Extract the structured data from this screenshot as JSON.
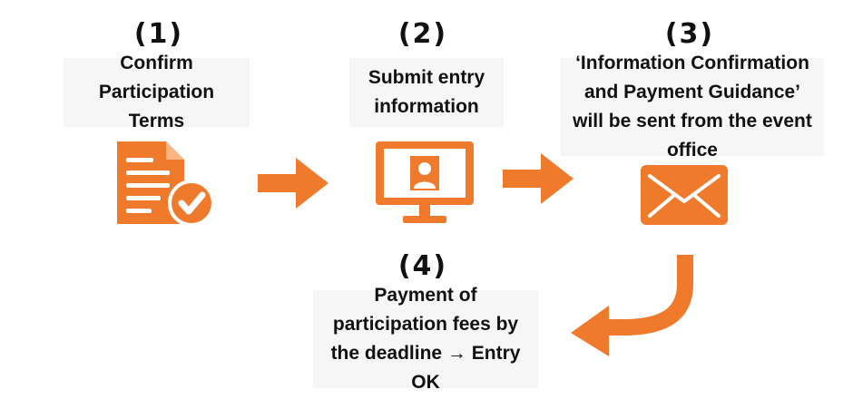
{
  "colors": {
    "accent": "#f07a2c",
    "text": "#111111",
    "label_bg": "#f6f6f6"
  },
  "steps": [
    {
      "number": "(1)",
      "label": "Confirm Participation Terms",
      "icon": "document-check-icon"
    },
    {
      "number": "(2)",
      "label": "Submit entry information",
      "icon": "monitor-user-icon"
    },
    {
      "number": "(3)",
      "label": "‘Information Confirmation and Payment Guidance’ will be sent from the event office",
      "icon": "envelope-icon"
    },
    {
      "number": "(4)",
      "label": "Payment of participation fees by the deadline → Entry OK",
      "icon": ""
    }
  ]
}
